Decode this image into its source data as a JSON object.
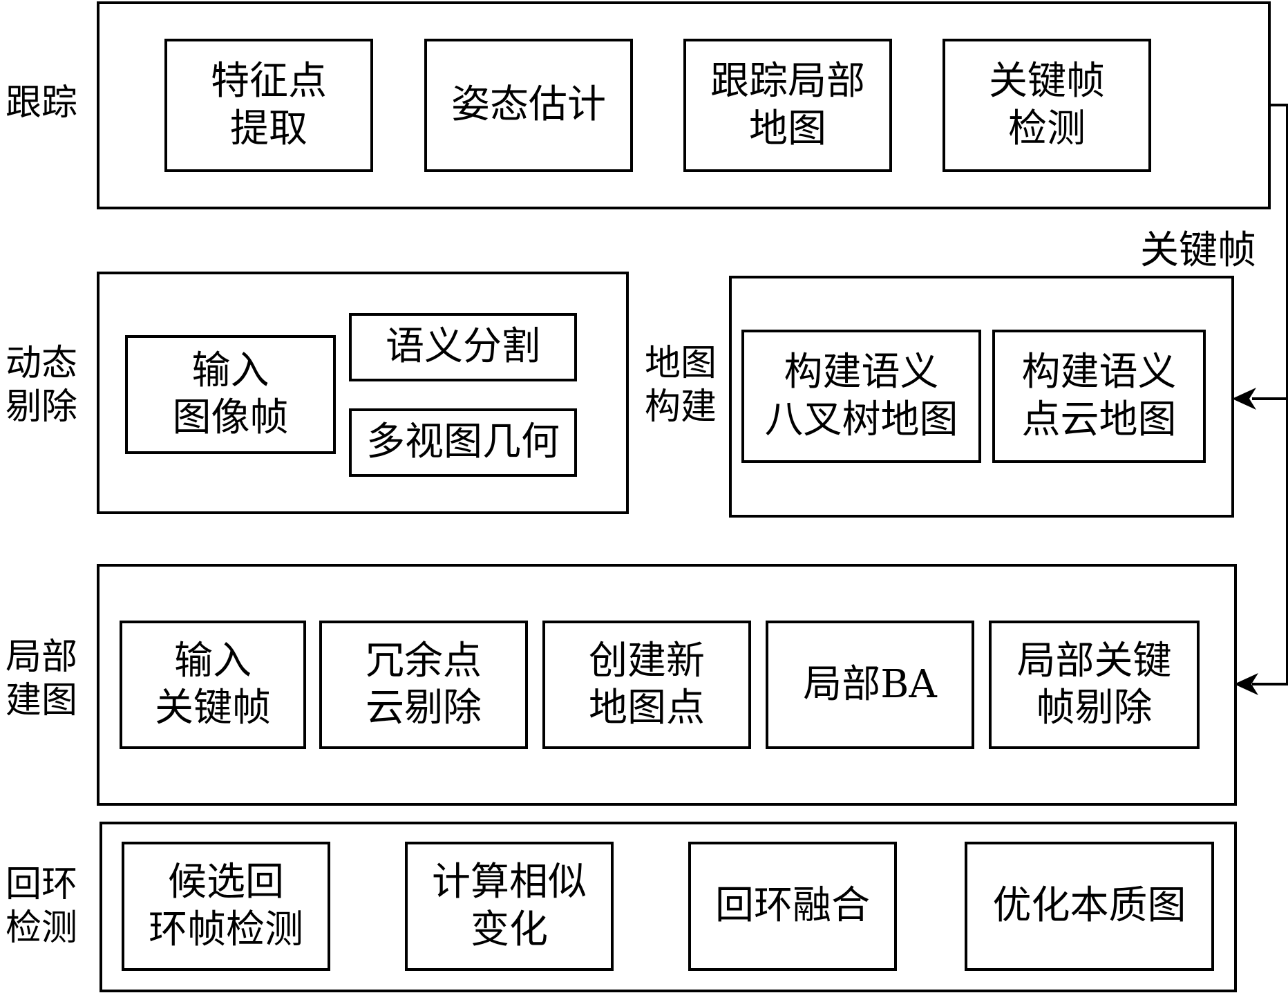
{
  "tracking": {
    "label": "跟踪",
    "boxes": [
      {
        "text": "特征点\n提取"
      },
      {
        "text": "姿态估计"
      },
      {
        "text": "跟踪局部\n地图"
      },
      {
        "text": "关键帧\n检测"
      }
    ]
  },
  "dynamic_removal": {
    "label": "动态\n剔除",
    "boxes": [
      {
        "text": "输入\n图像帧"
      },
      {
        "text": "语义分割"
      },
      {
        "text": "多视图几何"
      }
    ]
  },
  "map_building": {
    "label": "地图\n构建",
    "boxes": [
      {
        "text": "构建语义\n八叉树地图"
      },
      {
        "text": "构建语义\n点云地图"
      }
    ]
  },
  "local_mapping": {
    "label": "局部\n建图",
    "boxes": [
      {
        "text": "输入\n关键帧"
      },
      {
        "text": "冗余点\n云剔除"
      },
      {
        "text": "创建新\n地图点"
      },
      {
        "text": "局部BA"
      },
      {
        "text": "局部关键\n帧剔除"
      }
    ]
  },
  "loop_detection": {
    "label": "回环\n检测",
    "boxes": [
      {
        "text": "候选回\n环帧检测"
      },
      {
        "text": "计算相似\n变化"
      },
      {
        "text": "回环融合"
      },
      {
        "text": "优化本质图"
      }
    ]
  },
  "connector": {
    "label": "关键帧"
  }
}
